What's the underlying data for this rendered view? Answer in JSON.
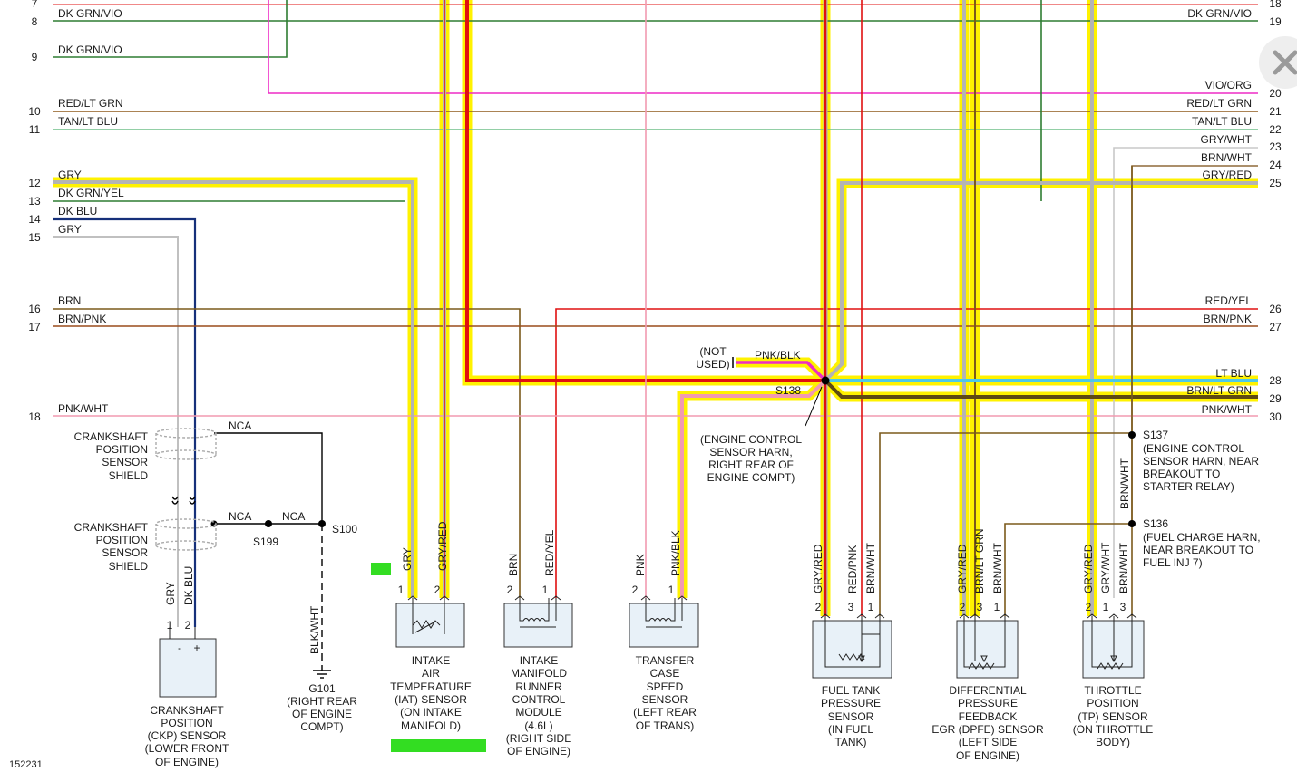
{
  "diagram_id": "152231",
  "rows": [
    {
      "n": "7"
    },
    {
      "n": "8"
    },
    {
      "n": "9"
    },
    {
      "n": "10"
    },
    {
      "n": "11"
    },
    {
      "n": "12"
    },
    {
      "n": "13"
    },
    {
      "n": "14"
    },
    {
      "n": "15"
    },
    {
      "n": "16"
    },
    {
      "n": "17"
    },
    {
      "n": "18"
    }
  ],
  "right_rows": [
    {
      "n": "18"
    },
    {
      "n": "19"
    },
    {
      "n": "20"
    },
    {
      "n": "21"
    },
    {
      "n": "22"
    },
    {
      "n": "23"
    },
    {
      "n": "24"
    },
    {
      "n": "25"
    },
    {
      "n": "26"
    },
    {
      "n": "27"
    },
    {
      "n": "28"
    },
    {
      "n": "29"
    },
    {
      "n": "30"
    }
  ],
  "left_wires": {
    "w8": "DK GRN/VIO",
    "w9": "DK GRN/VIO",
    "w10": "RED/LT GRN",
    "w11": "TAN/LT BLU",
    "w12": "GRY",
    "w13": "DK GRN/YEL",
    "w14": "DK BLU",
    "w15": "GRY",
    "w16": "BRN",
    "w17": "BRN/PNK",
    "w18": "PNK/WHT"
  },
  "right_wires": {
    "w19": "DK GRN/VIO",
    "w20": "VIO/ORG",
    "w21": "RED/LT GRN",
    "w22": "TAN/LT BLU",
    "w23": "GRY/WHT",
    "w24": "BRN/WHT",
    "w25": "GRY/RED",
    "w26": "RED/YEL",
    "w27": "BRN/PNK",
    "w28": "LT BLU",
    "w29": "BRN/LT GRN",
    "w30": "PNK/WHT"
  },
  "splices": {
    "s138": "S138",
    "s138_desc": [
      "(ENGINE CONTROL",
      "SENSOR HARN,",
      "RIGHT REAR OF",
      "ENGINE COMPT)"
    ],
    "s137": "S137",
    "s137_desc": [
      "(ENGINE CONTROL",
      "SENSOR HARN, NEAR",
      "BREAKOUT TO",
      "STARTER RELAY)"
    ],
    "s136": "S136",
    "s136_desc": [
      "(FUEL CHARGE HARN,",
      "NEAR BREAKOUT TO",
      "FUEL INJ 7)"
    ],
    "s100": "S100",
    "s199": "S199"
  },
  "misc": {
    "not_used": [
      "(NOT",
      "USED)"
    ],
    "pnk_blk": "PNK/BLK",
    "nca": "NCA",
    "shield": [
      "CRANKSHAFT",
      "POSITION",
      "SENSOR",
      "SHIELD"
    ],
    "blk_wht": "BLK/WHT",
    "brn_wht": "BRN/WHT",
    "ground": [
      "G101",
      "(RIGHT REAR",
      "OF ENGINE",
      "COMPT)"
    ]
  },
  "components": {
    "ckp": {
      "pins": [
        "1",
        "2"
      ],
      "wires": [
        "GRY",
        "DK BLU"
      ],
      "signs": [
        "-",
        "+"
      ],
      "label": [
        "CRANKSHAFT",
        "POSITION",
        "(CKP) SENSOR",
        "(LOWER FRONT",
        "OF ENGINE)"
      ]
    },
    "iat": {
      "pins": [
        "1",
        "2"
      ],
      "wires": [
        "GRY",
        "GRY/RED"
      ],
      "label": [
        "INTAKE",
        "AIR",
        "TEMPERATURE",
        "(IAT) SENSOR",
        "(ON INTAKE",
        "MANIFOLD)"
      ]
    },
    "imrc": {
      "pins": [
        "2",
        "1"
      ],
      "wires": [
        "BRN",
        "RED/YEL"
      ],
      "label": [
        "INTAKE",
        "MANIFOLD",
        "RUNNER",
        "CONTROL",
        "MODULE",
        "(4.6L)",
        "(RIGHT SIDE",
        "OF ENGINE)"
      ]
    },
    "tcss": {
      "pins": [
        "2",
        "1"
      ],
      "wires": [
        "PNK",
        "PNK/BLK"
      ],
      "label": [
        "TRANSFER",
        "CASE",
        "SPEED",
        "SENSOR",
        "(LEFT REAR",
        "OF TRANS)"
      ]
    },
    "ftp": {
      "pins": [
        "2",
        "3",
        "1"
      ],
      "wires": [
        "GRY/RED",
        "RED/PNK",
        "BRN/WHT"
      ],
      "label": [
        "FUEL TANK",
        "PRESSURE",
        "SENSOR",
        "(IN FUEL",
        "TANK)"
      ]
    },
    "dpfe": {
      "pins": [
        "2",
        "3",
        "1"
      ],
      "wires": [
        "GRY/RED",
        "BRN/LT GRN",
        "BRN/WHT"
      ],
      "label": [
        "DIFFERENTIAL",
        "PRESSURE",
        "FEEDBACK",
        "EGR (DPFE) SENSOR",
        "(LEFT SIDE",
        "OF ENGINE)"
      ]
    },
    "tp": {
      "pins": [
        "2",
        "1",
        "3"
      ],
      "wires": [
        "GRY/RED",
        "GRY/WHT",
        "BRN/WHT"
      ],
      "label": [
        "THROTTLE",
        "POSITION",
        "(TP) SENSOR",
        "(ON THROTTLE",
        "BODY)"
      ]
    }
  },
  "colors": {
    "highlight": "#fff200",
    "gry": "#b4b4b4",
    "red": "#e01010",
    "pink": "#f29ab0",
    "magenta": "#ee2cc6",
    "dkgrn": "#2e7d32",
    "brown": "#7b5a1c",
    "tan": "#8f6a3a",
    "lightblue": "#4cc8e8",
    "dkblue": "#16307a",
    "green_marker": "#33dd22"
  }
}
